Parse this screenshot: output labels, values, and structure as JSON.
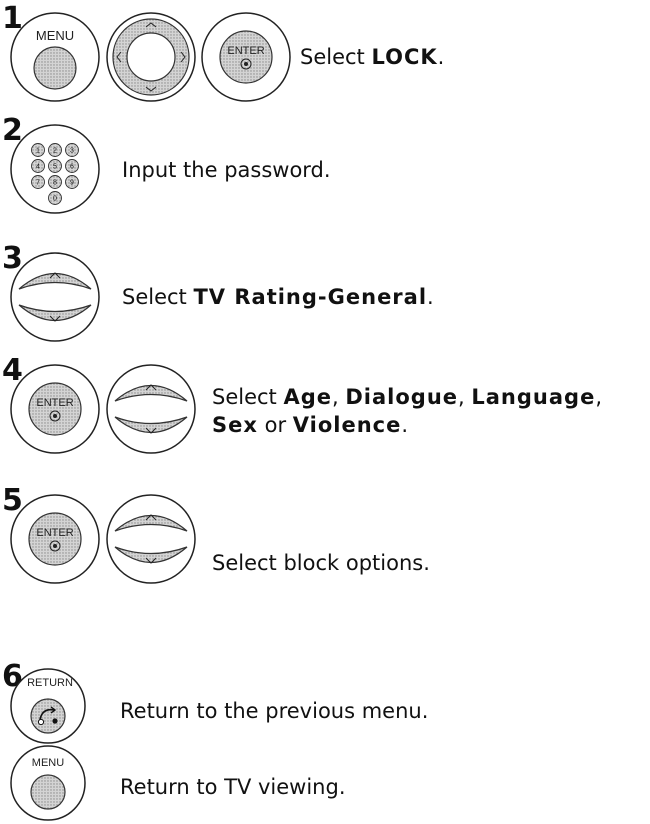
{
  "steps": [
    {
      "number": "1",
      "buttons": {
        "menu": "MENU",
        "enter": "ENTER"
      },
      "text": {
        "prefix": "Select ",
        "k1": "LOCK",
        "suffix": "."
      }
    },
    {
      "number": "2",
      "keypad": [
        "1",
        "2",
        "3",
        "4",
        "5",
        "6",
        "7",
        "8",
        "9",
        "0"
      ],
      "text": {
        "prefix": "Input the password."
      }
    },
    {
      "number": "3",
      "text": {
        "prefix": "Select ",
        "k1": "TV Rating-General",
        "suffix": "."
      }
    },
    {
      "number": "4",
      "buttons": {
        "enter": "ENTER"
      },
      "text": {
        "prefix": "Select ",
        "k1": "Age",
        "sep1": ", ",
        "k2": "Dialogue",
        "sep2": ", ",
        "k3": "Language",
        "sep3": ",",
        "k4": "Sex",
        "or": " or ",
        "k5": "Violence",
        "suffix": "."
      }
    },
    {
      "number": "5",
      "buttons": {
        "enter": "ENTER"
      },
      "text": {
        "prefix": "Select block options."
      }
    },
    {
      "number": "6",
      "buttons": {
        "return": "RETURN",
        "menu": "MENU"
      },
      "text": {
        "prefix": "Return to the previous menu.",
        "second": "Return to TV viewing."
      }
    }
  ],
  "colors": {
    "ink": "#111111",
    "button_fill": "#c8c8c8",
    "button_ring": "#555555"
  }
}
